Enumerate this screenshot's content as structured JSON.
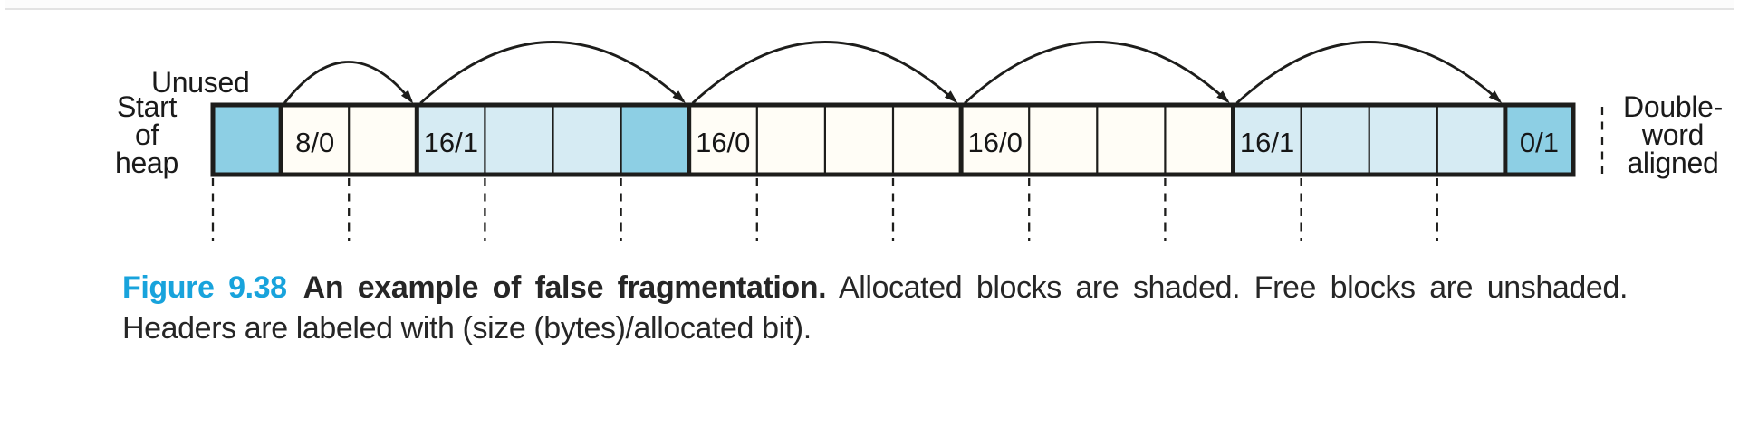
{
  "figure": {
    "label": "Figure 9.38",
    "title": "An example of false fragmentation.",
    "caption_rest": "Allocated blocks are shaded. Free blocks are unshaded.",
    "caption_line2": "Headers are labeled with (size (bytes)/allocated bit)."
  },
  "labels": {
    "unused": "Unused",
    "start_of_heap": [
      "Start",
      "of",
      "heap"
    ],
    "double_word_aligned": [
      "Double-",
      "word",
      "aligned"
    ]
  },
  "heap": {
    "word_cells": [
      {
        "shade": "dark",
        "label": ""
      },
      {
        "shade": "free",
        "label": "8/0"
      },
      {
        "shade": "free",
        "label": ""
      },
      {
        "shade": "light",
        "label": "16/1"
      },
      {
        "shade": "light",
        "label": ""
      },
      {
        "shade": "light",
        "label": ""
      },
      {
        "shade": "dark",
        "label": ""
      },
      {
        "shade": "free",
        "label": "16/0"
      },
      {
        "shade": "free",
        "label": ""
      },
      {
        "shade": "free",
        "label": ""
      },
      {
        "shade": "free",
        "label": ""
      },
      {
        "shade": "free",
        "label": "16/0"
      },
      {
        "shade": "free",
        "label": ""
      },
      {
        "shade": "free",
        "label": ""
      },
      {
        "shade": "free",
        "label": ""
      },
      {
        "shade": "light",
        "label": "16/1"
      },
      {
        "shade": "light",
        "label": ""
      },
      {
        "shade": "light",
        "label": ""
      },
      {
        "shade": "light",
        "label": ""
      },
      {
        "shade": "dark",
        "label": "0/1"
      }
    ],
    "block_start_cells": [
      1,
      3,
      7,
      11,
      15,
      19
    ],
    "traversal_arrows": [
      {
        "from_cell": 1,
        "to_cell": 3
      },
      {
        "from_cell": 3,
        "to_cell": 7
      },
      {
        "from_cell": 7,
        "to_cell": 11
      },
      {
        "from_cell": 11,
        "to_cell": 15
      },
      {
        "from_cell": 15,
        "to_cell": 19
      }
    ],
    "alignment_dash_cell_indices": [
      0,
      2,
      4,
      6,
      8,
      10,
      12,
      14,
      16,
      18
    ]
  },
  "colors": {
    "allocated_dark": "#8dcfe4",
    "allocated_light": "#d6ebf3",
    "free_white": "#fffdf6",
    "line": "#1d1d1b",
    "caption_blue": "#18a3dc"
  }
}
